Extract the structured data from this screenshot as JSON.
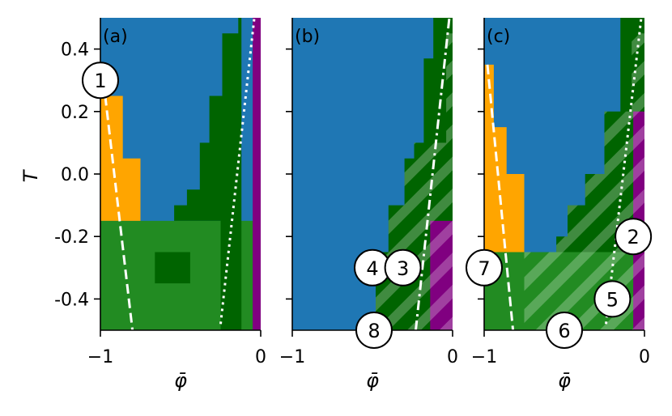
{
  "chart_data": {
    "type": "heatmap",
    "xlabel": "φ̄",
    "ylabel": "T",
    "xlim": [
      -1,
      0
    ],
    "ylim": [
      -0.5,
      0.5
    ],
    "x_ticks": [
      -1,
      0
    ],
    "x_tick_labels": [
      "−1",
      "0"
    ],
    "y_ticks": [
      0.4,
      0.2,
      0.0,
      -0.2,
      -0.4
    ],
    "y_tick_labels": [
      "0.4",
      "0.2",
      "0.0",
      "-0.2",
      "-0.4"
    ],
    "colors": {
      "blue": "#1f77b4",
      "orange": "#ffa500",
      "light_green": "#228b22",
      "dark_green": "#006400",
      "purple": "#800080",
      "hatch": "#ffffff",
      "line": "#ffffff"
    },
    "panels": [
      {
        "label": "(a)",
        "background": "blue",
        "regions": [
          {
            "color": "light_green",
            "polygon": [
              [
                -1,
                -0.5
              ],
              [
                0,
                -0.5
              ],
              [
                0,
                -0.15
              ],
              [
                -1,
                -0.15
              ]
            ]
          },
          {
            "color": "dark_green",
            "polygon": [
              [
                -0.66,
                -0.15
              ],
              [
                -0.25,
                -0.15
              ],
              [
                -0.25,
                -0.5
              ],
              [
                -0.12,
                -0.5
              ],
              [
                -0.12,
                0.5
              ],
              [
                -0.14,
                0.5
              ],
              [
                -0.14,
                0.45
              ],
              [
                -0.24,
                0.45
              ],
              [
                -0.24,
                0.25
              ],
              [
                -0.32,
                0.25
              ],
              [
                -0.32,
                0.1
              ],
              [
                -0.38,
                0.1
              ],
              [
                -0.38,
                -0.05
              ],
              [
                -0.46,
                -0.05
              ],
              [
                -0.46,
                -0.1
              ],
              [
                -0.54,
                -0.1
              ],
              [
                -0.54,
                -0.15
              ],
              [
                -0.66,
                -0.15
              ],
              [
                -0.66,
                -0.25
              ],
              [
                -0.44,
                -0.25
              ],
              [
                -0.44,
                -0.35
              ],
              [
                -0.66,
                -0.35
              ]
            ]
          },
          {
            "color": "orange",
            "polygon": [
              [
                -1,
                0.25
              ],
              [
                -0.86,
                0.25
              ],
              [
                -0.86,
                0.05
              ],
              [
                -0.75,
                0.05
              ],
              [
                -0.75,
                -0.15
              ],
              [
                -1,
                -0.15
              ]
            ]
          },
          {
            "color": "purple",
            "polygon": [
              [
                -0.05,
                0.5
              ],
              [
                0,
                0.5
              ],
              [
                0,
                -0.5
              ],
              [
                -0.05,
                -0.5
              ]
            ]
          }
        ],
        "hatched": [],
        "lines": [
          {
            "style": "dashed",
            "points": [
              [
                -0.97,
                0.25
              ],
              [
                -0.8,
                -0.5
              ]
            ]
          },
          {
            "style": "dotted",
            "points": [
              [
                -0.25,
                -0.48
              ],
              [
                -0.04,
                0.5
              ]
            ]
          }
        ],
        "markers": [
          {
            "label": "1",
            "x": -1.0,
            "y": 0.3
          }
        ]
      },
      {
        "label": "(b)",
        "background": "blue",
        "regions": [
          {
            "color": "dark_green",
            "polygon": [
              [
                -0.48,
                -0.5
              ],
              [
                0,
                -0.5
              ],
              [
                0,
                0.5
              ],
              [
                -0.12,
                0.5
              ],
              [
                -0.12,
                0.37
              ],
              [
                -0.18,
                0.37
              ],
              [
                -0.18,
                0.1
              ],
              [
                -0.24,
                0.1
              ],
              [
                -0.24,
                0.05
              ],
              [
                -0.3,
                0.05
              ],
              [
                -0.3,
                -0.1
              ],
              [
                -0.4,
                -0.1
              ],
              [
                -0.4,
                -0.25
              ],
              [
                -0.48,
                -0.25
              ]
            ]
          },
          {
            "color": "purple",
            "polygon": [
              [
                -0.14,
                -0.15
              ],
              [
                0,
                -0.15
              ],
              [
                0,
                -0.5
              ],
              [
                -0.14,
                -0.5
              ]
            ]
          }
        ],
        "hatched": [
          [
            [
              -0.48,
              -0.5
            ],
            [
              0,
              -0.5
            ],
            [
              0,
              0.45
            ],
            [
              -0.04,
              0.45
            ],
            [
              -0.04,
              0.1
            ],
            [
              -0.24,
              0.1
            ],
            [
              -0.24,
              0.05
            ],
            [
              -0.3,
              0.05
            ],
            [
              -0.3,
              -0.1
            ],
            [
              -0.4,
              -0.1
            ],
            [
              -0.4,
              -0.25
            ],
            [
              -0.48,
              -0.25
            ]
          ]
        ],
        "lines": [
          {
            "style": "dashdot",
            "points": [
              [
                -0.23,
                -0.5
              ],
              [
                -0.02,
                0.5
              ]
            ]
          }
        ],
        "markers": [
          {
            "label": "4",
            "x": -0.5,
            "y": -0.3
          },
          {
            "label": "3",
            "x": -0.31,
            "y": -0.3
          },
          {
            "label": "8",
            "x": -0.49,
            "y": -0.5
          }
        ]
      },
      {
        "label": "(c)",
        "background": "blue",
        "regions": [
          {
            "color": "light_green",
            "polygon": [
              [
                -1,
                -0.5
              ],
              [
                0,
                -0.5
              ],
              [
                0,
                -0.25
              ],
              [
                -1,
                -0.25
              ]
            ]
          },
          {
            "color": "dark_green",
            "polygon": [
              [
                -0.55,
                -0.25
              ],
              [
                0,
                -0.25
              ],
              [
                0,
                0.5
              ],
              [
                -0.15,
                0.5
              ],
              [
                -0.15,
                0.2
              ],
              [
                -0.25,
                0.2
              ],
              [
                -0.25,
                0.0
              ],
              [
                -0.37,
                0.0
              ],
              [
                -0.37,
                -0.1
              ],
              [
                -0.48,
                -0.1
              ],
              [
                -0.48,
                -0.2
              ],
              [
                -0.55,
                -0.2
              ]
            ]
          },
          {
            "color": "orange",
            "polygon": [
              [
                -1,
                0.35
              ],
              [
                -0.94,
                0.35
              ],
              [
                -0.94,
                0.15
              ],
              [
                -0.86,
                0.15
              ],
              [
                -0.86,
                0.0
              ],
              [
                -0.75,
                0.0
              ],
              [
                -0.75,
                -0.25
              ],
              [
                -1,
                -0.25
              ]
            ]
          },
          {
            "color": "purple",
            "polygon": [
              [
                -0.07,
                0.2
              ],
              [
                0,
                0.2
              ],
              [
                0,
                -0.5
              ],
              [
                -0.07,
                -0.5
              ]
            ]
          }
        ],
        "hatched": [
          [
            [
              -0.75,
              -0.5
            ],
            [
              0,
              -0.5
            ],
            [
              0,
              0.45
            ],
            [
              -0.08,
              0.45
            ],
            [
              -0.08,
              0.2
            ],
            [
              -0.25,
              0.2
            ],
            [
              -0.25,
              0.0
            ],
            [
              -0.37,
              0.0
            ],
            [
              -0.37,
              -0.1
            ],
            [
              -0.48,
              -0.1
            ],
            [
              -0.48,
              -0.2
            ],
            [
              -0.55,
              -0.2
            ],
            [
              -0.55,
              -0.25
            ],
            [
              -0.75,
              -0.25
            ]
          ]
        ],
        "lines": [
          {
            "style": "dashed",
            "points": [
              [
                -0.98,
                0.35
              ],
              [
                -0.82,
                -0.5
              ]
            ]
          },
          {
            "style": "dotted",
            "points": [
              [
                -0.24,
                -0.48
              ],
              [
                -0.02,
                0.5
              ]
            ]
          }
        ],
        "markers": [
          {
            "label": "7",
            "x": -1.0,
            "y": -0.3
          },
          {
            "label": "2",
            "x": -0.07,
            "y": -0.2
          },
          {
            "label": "5",
            "x": -0.2,
            "y": -0.4
          },
          {
            "label": "6",
            "x": -0.5,
            "y": -0.5
          }
        ]
      }
    ]
  }
}
